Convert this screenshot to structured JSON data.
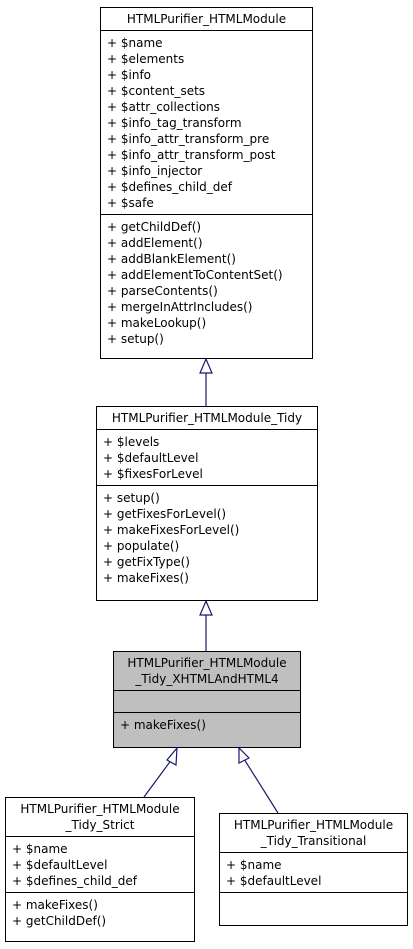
{
  "classes": {
    "base": {
      "name": "HTMLPurifier_HTMLModule",
      "attributes": [
        "+ $name",
        "+ $elements",
        "+ $info",
        "+ $content_sets",
        "+ $attr_collections",
        "+ $info_tag_transform",
        "+ $info_attr_transform_pre",
        "+ $info_attr_transform_post",
        "+ $info_injector",
        "+ $defines_child_def",
        "+ $safe"
      ],
      "methods": [
        "+ getChildDef()",
        "+ addElement()",
        "+ addBlankElement()",
        "+ addElementToContentSet()",
        "+ parseContents()",
        "+ mergeInAttrIncludes()",
        "+ makeLookup()",
        "+ setup()"
      ]
    },
    "tidy": {
      "name": "HTMLPurifier_HTMLModule_Tidy",
      "attributes": [
        "+ $levels",
        "+ $defaultLevel",
        "+ $fixesForLevel"
      ],
      "methods": [
        "+ setup()",
        "+ getFixesForLevel()",
        "+ makeFixesForLevel()",
        "+ populate()",
        "+ getFixType()",
        "+ makeFixes()"
      ]
    },
    "xhtml": {
      "name_lines": [
        "HTMLPurifier_HTMLModule",
        "_Tidy_XHTMLAndHTML4"
      ],
      "attributes": [],
      "methods": [
        "+ makeFixes()"
      ]
    },
    "strict": {
      "name_lines": [
        "HTMLPurifier_HTMLModule",
        "_Tidy_Strict"
      ],
      "attributes": [
        "+ $name",
        "+ $defaultLevel",
        "+ $defines_child_def"
      ],
      "methods": [
        "+ makeFixes()",
        "+ getChildDef()"
      ]
    },
    "transitional": {
      "name_lines": [
        "HTMLPurifier_HTMLModule",
        "_Tidy_Transitional"
      ],
      "attributes": [
        "+ $name",
        "+ $defaultLevel"
      ],
      "methods": []
    }
  },
  "colors": {
    "highlight": "#bfbfbf",
    "edge": "#191970"
  }
}
